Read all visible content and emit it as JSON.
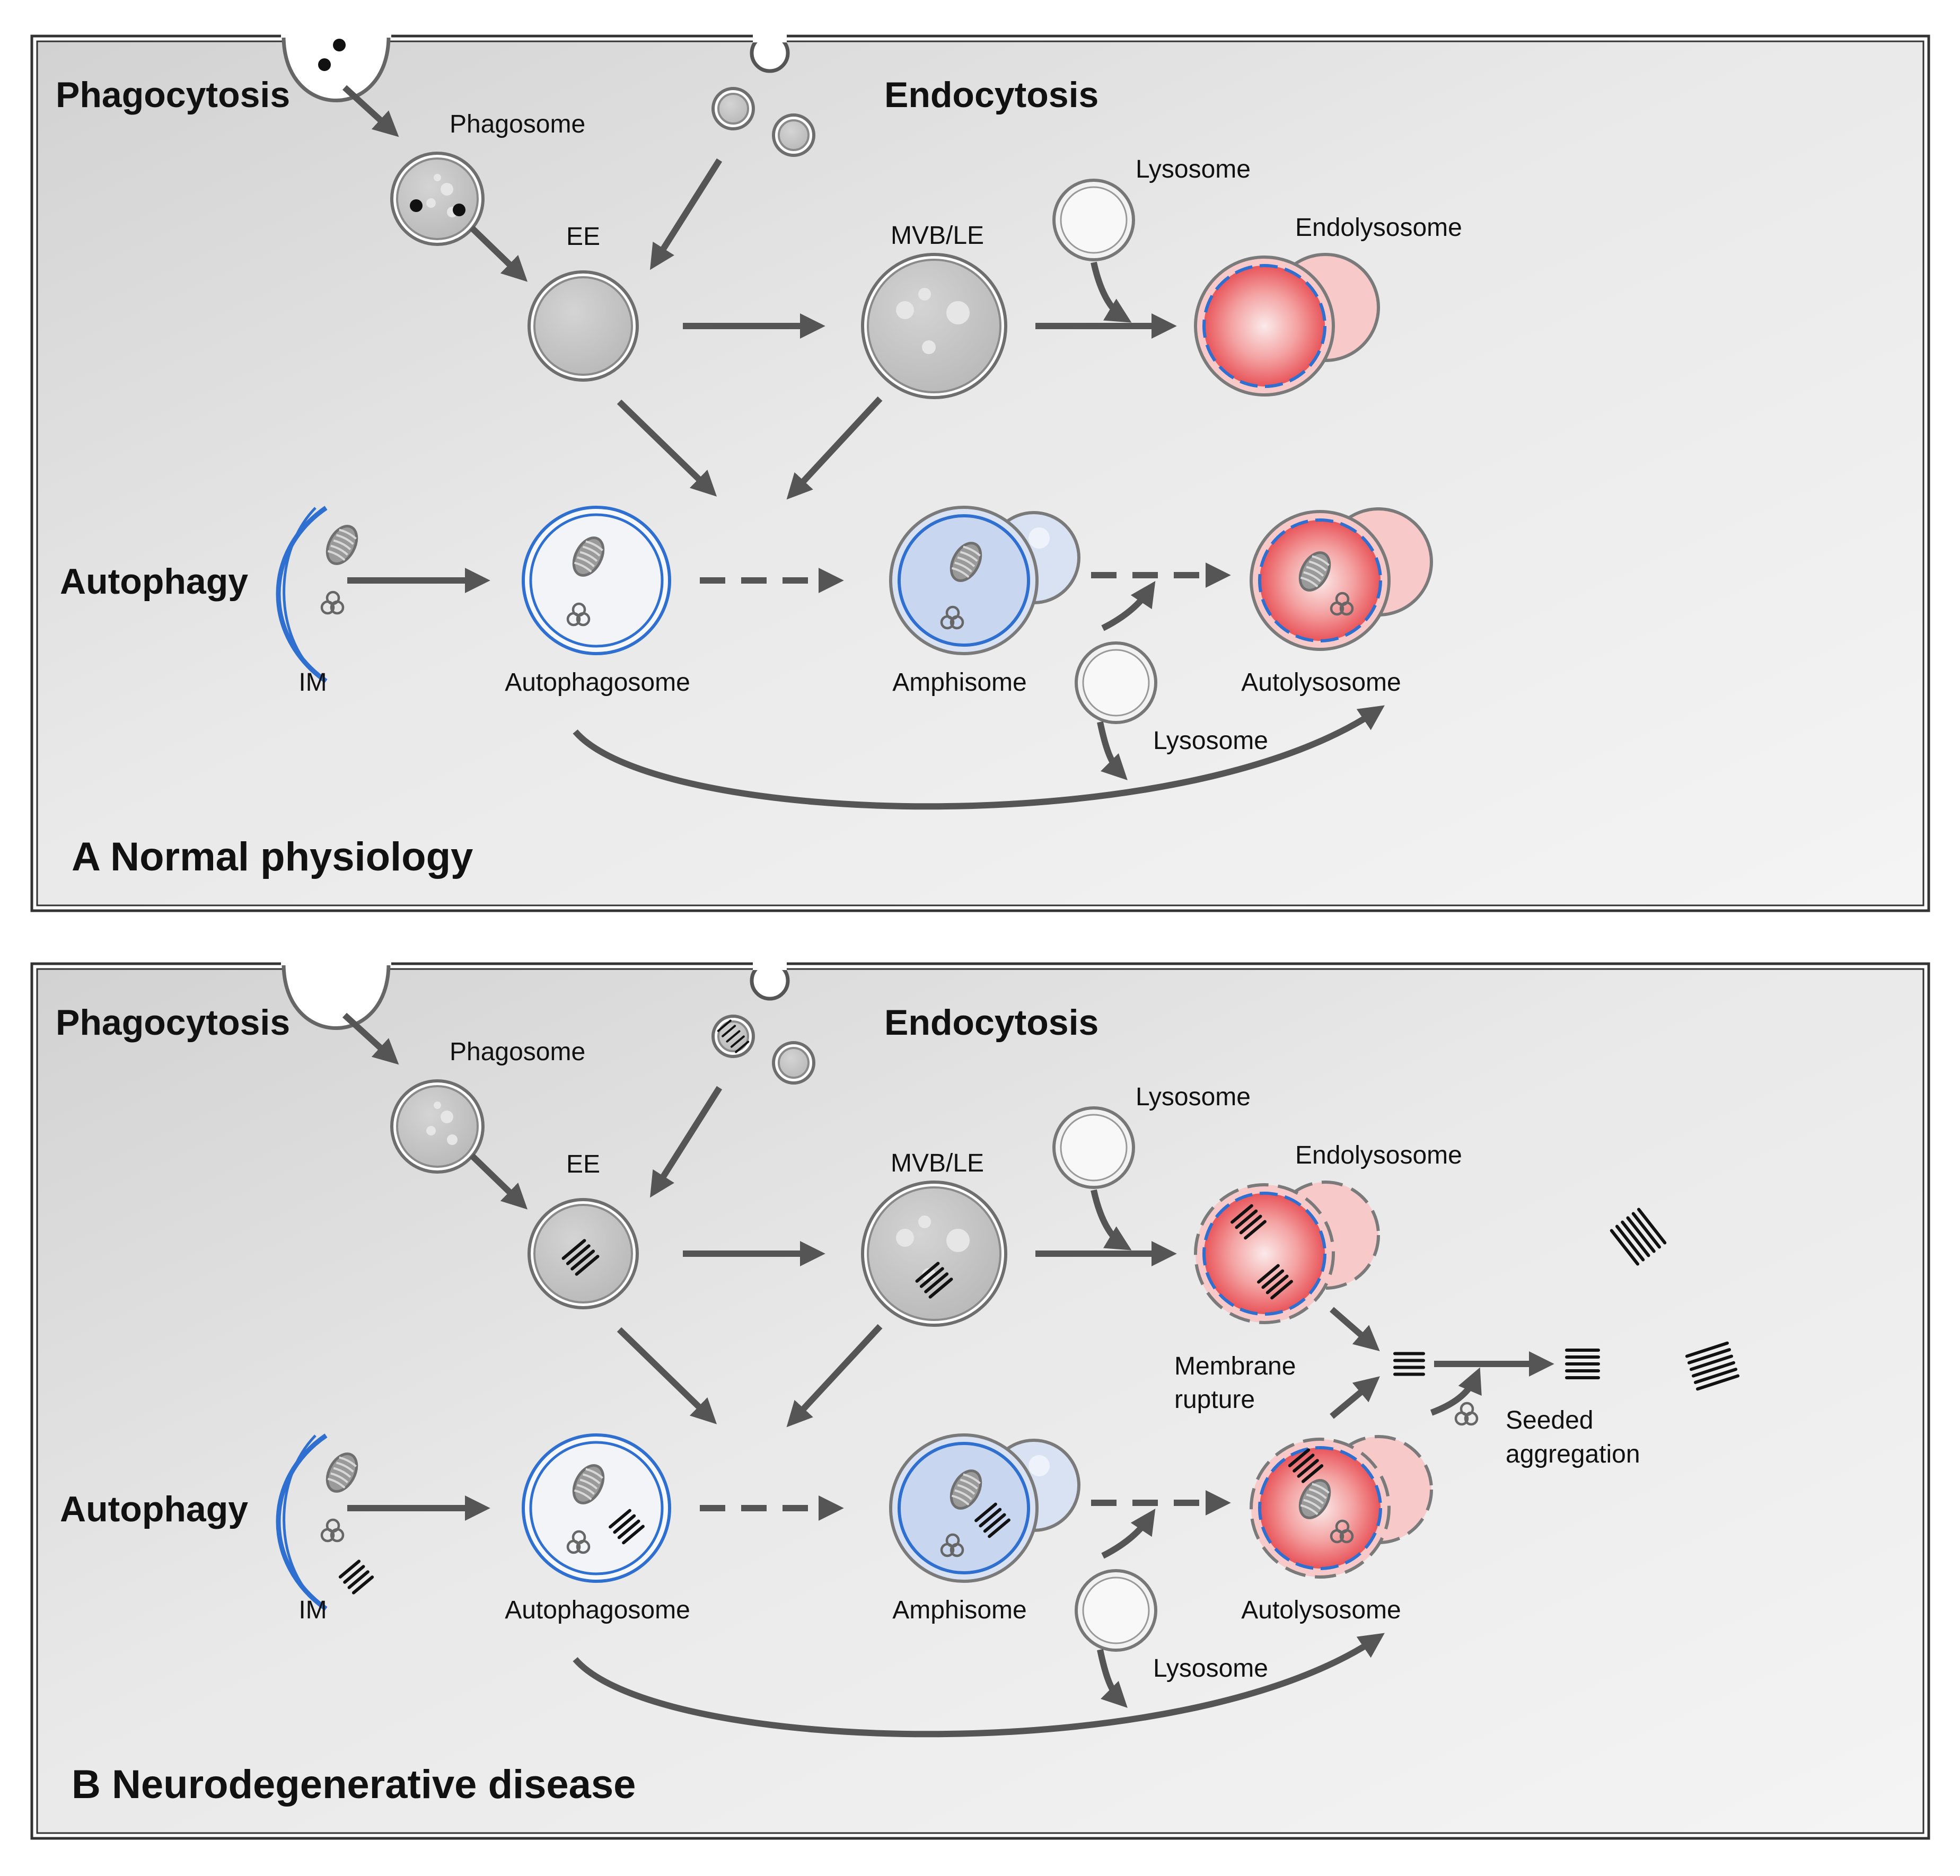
{
  "panel_a": {
    "title": "A Normal physiology",
    "phagocytosis": "Phagocytosis",
    "endocytosis": "Endocytosis",
    "autophagy": "Autophagy",
    "phagosome": "Phagosome",
    "ee": "EE",
    "mvb_le": "MVB/LE",
    "lysosome_top": "Lysosome",
    "endolysosome": "Endolysosome",
    "im": "IM",
    "autophagosome": "Autophagosome",
    "amphisome": "Amphisome",
    "autolysosome": "Autolysosome",
    "lysosome_bottom": "Lysosome"
  },
  "panel_b": {
    "title": "B Neurodegenerative disease",
    "phagocytosis": "Phagocytosis",
    "endocytosis": "Endocytosis",
    "autophagy": "Autophagy",
    "phagosome": "Phagosome",
    "ee": "EE",
    "mvb_le": "MVB/LE",
    "lysosome_top": "Lysosome",
    "endolysosome": "Endolysosome",
    "im": "IM",
    "autophagosome": "Autophagosome",
    "amphisome": "Amphisome",
    "autolysosome": "Autolysosome",
    "lysosome_bottom": "Lysosome",
    "membrane_rupture_1": "Membrane",
    "membrane_rupture_2": "rupture",
    "seeded_aggregation_1": "Seeded",
    "seeded_aggregation_2": "aggregation"
  },
  "colors": {
    "arrow": "#555555",
    "membrane_blue": "#2f6fd0",
    "lysosome_red": "#e8555a",
    "amphisome_blue": "#c9d6ef",
    "organelle_gray": "#bdbdbd"
  }
}
